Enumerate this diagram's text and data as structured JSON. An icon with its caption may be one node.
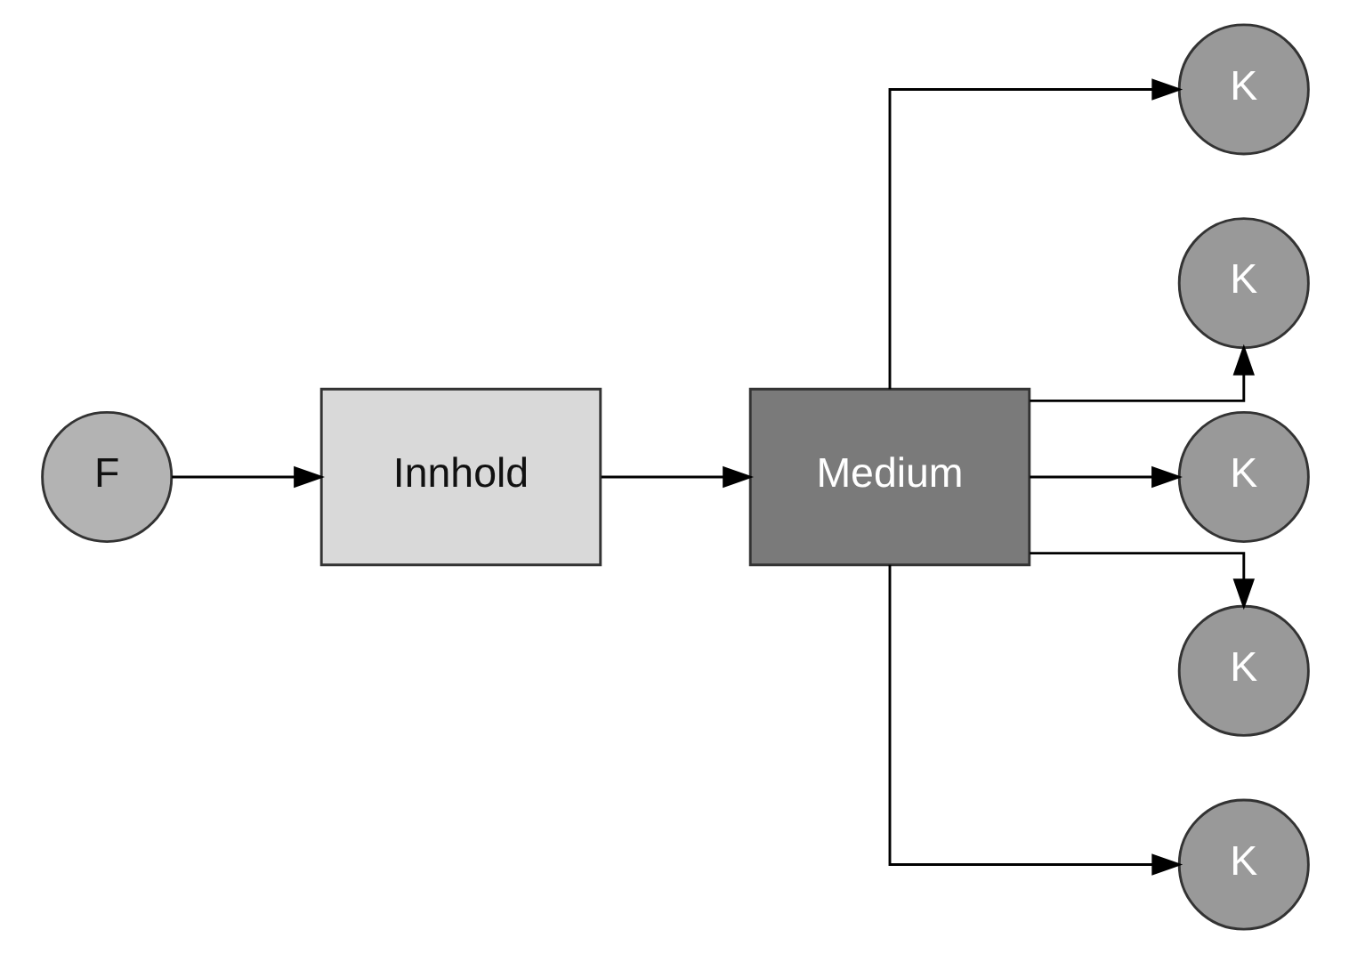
{
  "diagram": {
    "nodes": [
      {
        "text": [
          "F"
        ]
      },
      {
        "text": [
          "Innhold"
        ]
      },
      {
        "text": [
          "Medium"
        ]
      },
      {
        "text": [
          "K"
        ]
      },
      {
        "text": [
          "K"
        ]
      },
      {
        "text": [
          "K"
        ]
      },
      {
        "text": [
          "K"
        ]
      },
      {
        "text": [
          "K"
        ]
      }
    ],
    "edges": [
      {
        "from": 0,
        "to": 1,
        "arrow": "to"
      },
      {
        "from": 1,
        "to": 2,
        "arrow": "to"
      },
      {
        "from": 2,
        "to": 3,
        "arrow": "to"
      },
      {
        "from": 2,
        "to": 4,
        "arrow": "to"
      },
      {
        "from": 2,
        "to": 5,
        "arrow": "to"
      },
      {
        "from": 2,
        "to": 6,
        "arrow": "to"
      },
      {
        "from": 2,
        "to": 7,
        "arrow": "to"
      }
    ]
  }
}
